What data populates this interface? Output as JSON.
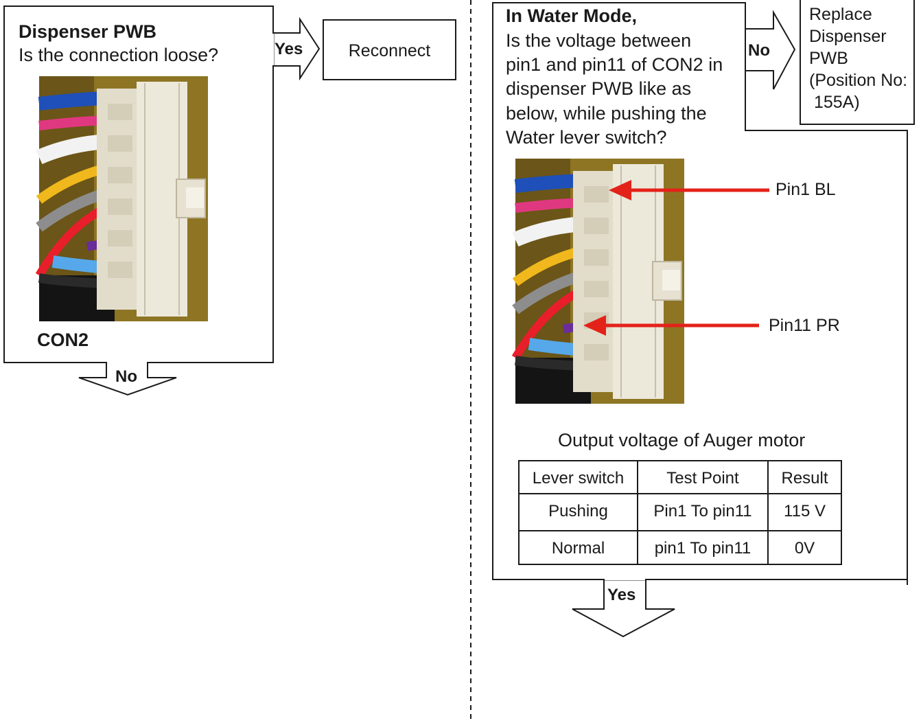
{
  "left": {
    "title": "Dispenser PWB",
    "question": "Is the connection loose?",
    "yes_label": "Yes",
    "action": "Reconnect",
    "photo_label": "CON2",
    "no_label": "No"
  },
  "right": {
    "title": "In Water  Mode,",
    "question_lines": [
      "Is the voltage between",
      "pin1 and pin11 of CON2 in",
      "dispenser PWB like as",
      "below, while pushing the",
      "Water  lever switch?"
    ],
    "no_label": "No",
    "replace_lines": [
      "Replace",
      "Dispenser",
      "PWB",
      "(Position No:",
      " 155A)"
    ],
    "pin1_label": "Pin1 BL",
    "pin11_label": "Pin11 PR",
    "yes_label": "Yes"
  },
  "table": {
    "caption": "Output voltage of Auger motor",
    "headers": [
      "Lever switch",
      "Test Point",
      "Result"
    ],
    "rows": [
      [
        "Pushing",
        "Pin1 To pin11",
        "115 V"
      ],
      [
        "Normal",
        "pin1 To pin11",
        "0V"
      ]
    ]
  },
  "colors": {
    "line": "#1a1a1a",
    "arrow_red": "#e32219",
    "photo_bg": "#8a7020",
    "connector": "#ece8da"
  }
}
